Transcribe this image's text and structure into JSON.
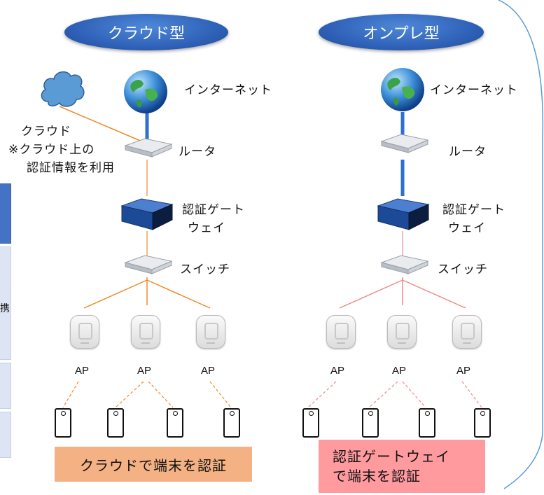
{
  "cloud_section": {
    "title": "クラウド型",
    "internet_label": "インターネット",
    "cloud_label": "クラウド",
    "cloud_note_line1": "※クラウド上の",
    "cloud_note_line2": "認証情報を利用",
    "router_label": "ルータ",
    "gateway_line1": "認証ゲート",
    "gateway_line2": "ウェイ",
    "switch_label": "スイッチ",
    "ap_labels": [
      "AP",
      "AP",
      "AP"
    ],
    "result_label": "クラウドで端末を認証"
  },
  "onprem_section": {
    "title": "オンプレ型",
    "internet_label": "インターネット",
    "router_label": "ルータ",
    "gateway_line1": "認証ゲート",
    "gateway_line2": "ウェイ",
    "switch_label": "スイッチ",
    "ap_labels": [
      "AP",
      "AP",
      "AP"
    ],
    "result_line1": "認証ゲートウェイ",
    "result_line2": "で端末を認証"
  },
  "left_edge_char": "携",
  "colors": {
    "pill_blue": "#2f62b8",
    "cloud_line": "#f08a2a",
    "onprem_line": "#f08a8a",
    "cloud_result_bg": "#f4b183",
    "onprem_result_bg": "#ff9a9f",
    "internet_link": "#2f6fd0"
  }
}
